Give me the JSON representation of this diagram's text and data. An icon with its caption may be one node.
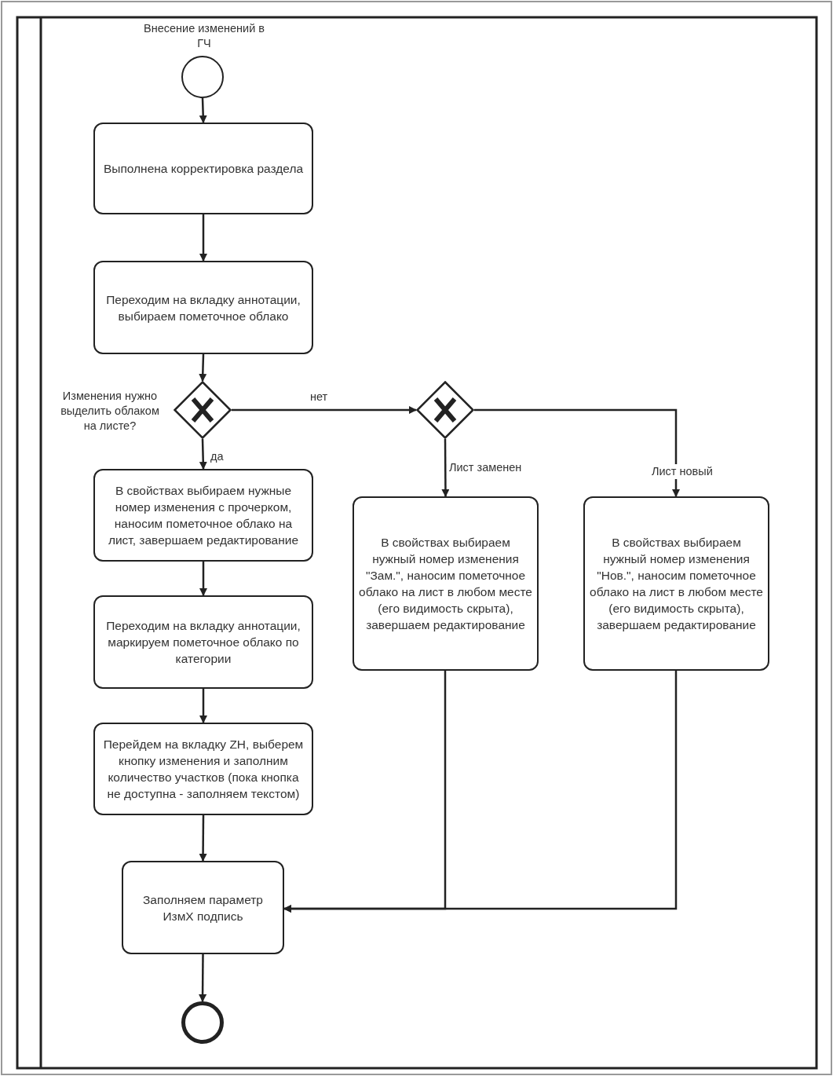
{
  "diagram": {
    "nodes": [
      {
        "text": [],
        "shape": "circle",
        "beside": [
          "Внесение изменений в ГЧ"
        ]
      },
      {
        "text": [
          "Выполнена корректировка раздела"
        ]
      },
      {
        "text": [
          "Переходим на вкладку аннотации, выбираем пометочное облако"
        ]
      },
      {
        "text": [],
        "shape": "diamond",
        "beside": [
          "Изменения нужно выделить облаком на листе?"
        ]
      },
      {
        "text": [],
        "shape": "diamond"
      },
      {
        "text": [
          "В свойствах выбираем нужные номер изменения с прочерком, наносим пометочное облако на лист, завершаем редактирование"
        ]
      },
      {
        "text": [
          "Переходим на вкладку аннотации, маркируем пометочное облако по категории"
        ]
      },
      {
        "text": [
          "Перейдем на вкладку ZH, выберем кнопку изменения и заполним количество участков (пока кнопка не доступна - заполняем текстом)"
        ]
      },
      {
        "text": [
          "В свойствах выбираем нужный номер изменения \"Зам.\", наносим пометочное облако на лист в любом месте (его видимость скрыта), завершаем редактирование"
        ]
      },
      {
        "text": [
          "В свойствах выбираем нужный номер изменения \"Нов.\", наносим пометочное облако на лист в любом месте (его видимость скрыта), завершаем редактирование"
        ]
      },
      {
        "text": [
          "Заполняем параметр ИзмХ подпись"
        ]
      },
      {
        "text": [],
        "shape": "circle"
      }
    ],
    "edges": [
      {
        "from": 0,
        "to": 1,
        "arrow": "to"
      },
      {
        "from": 1,
        "to": 2,
        "arrow": "to"
      },
      {
        "from": 2,
        "to": 3,
        "arrow": "to"
      },
      {
        "from": 3,
        "to": 4,
        "arrow": "to",
        "label": "нет"
      },
      {
        "from": 3,
        "to": 5,
        "arrow": "to",
        "label": "да"
      },
      {
        "from": 4,
        "to": 8,
        "arrow": "to",
        "label": "Лист заменен"
      },
      {
        "from": 4,
        "to": 9,
        "arrow": "to",
        "label": "Лист новый"
      },
      {
        "from": 5,
        "to": 6,
        "arrow": "to"
      },
      {
        "from": 6,
        "to": 7,
        "arrow": "to"
      },
      {
        "from": 7,
        "to": 10,
        "arrow": "to"
      },
      {
        "from": 8,
        "to": 10,
        "arrow": "to"
      },
      {
        "from": 9,
        "to": 10,
        "arrow": "to"
      },
      {
        "from": 10,
        "to": 11,
        "arrow": "to"
      }
    ]
  }
}
